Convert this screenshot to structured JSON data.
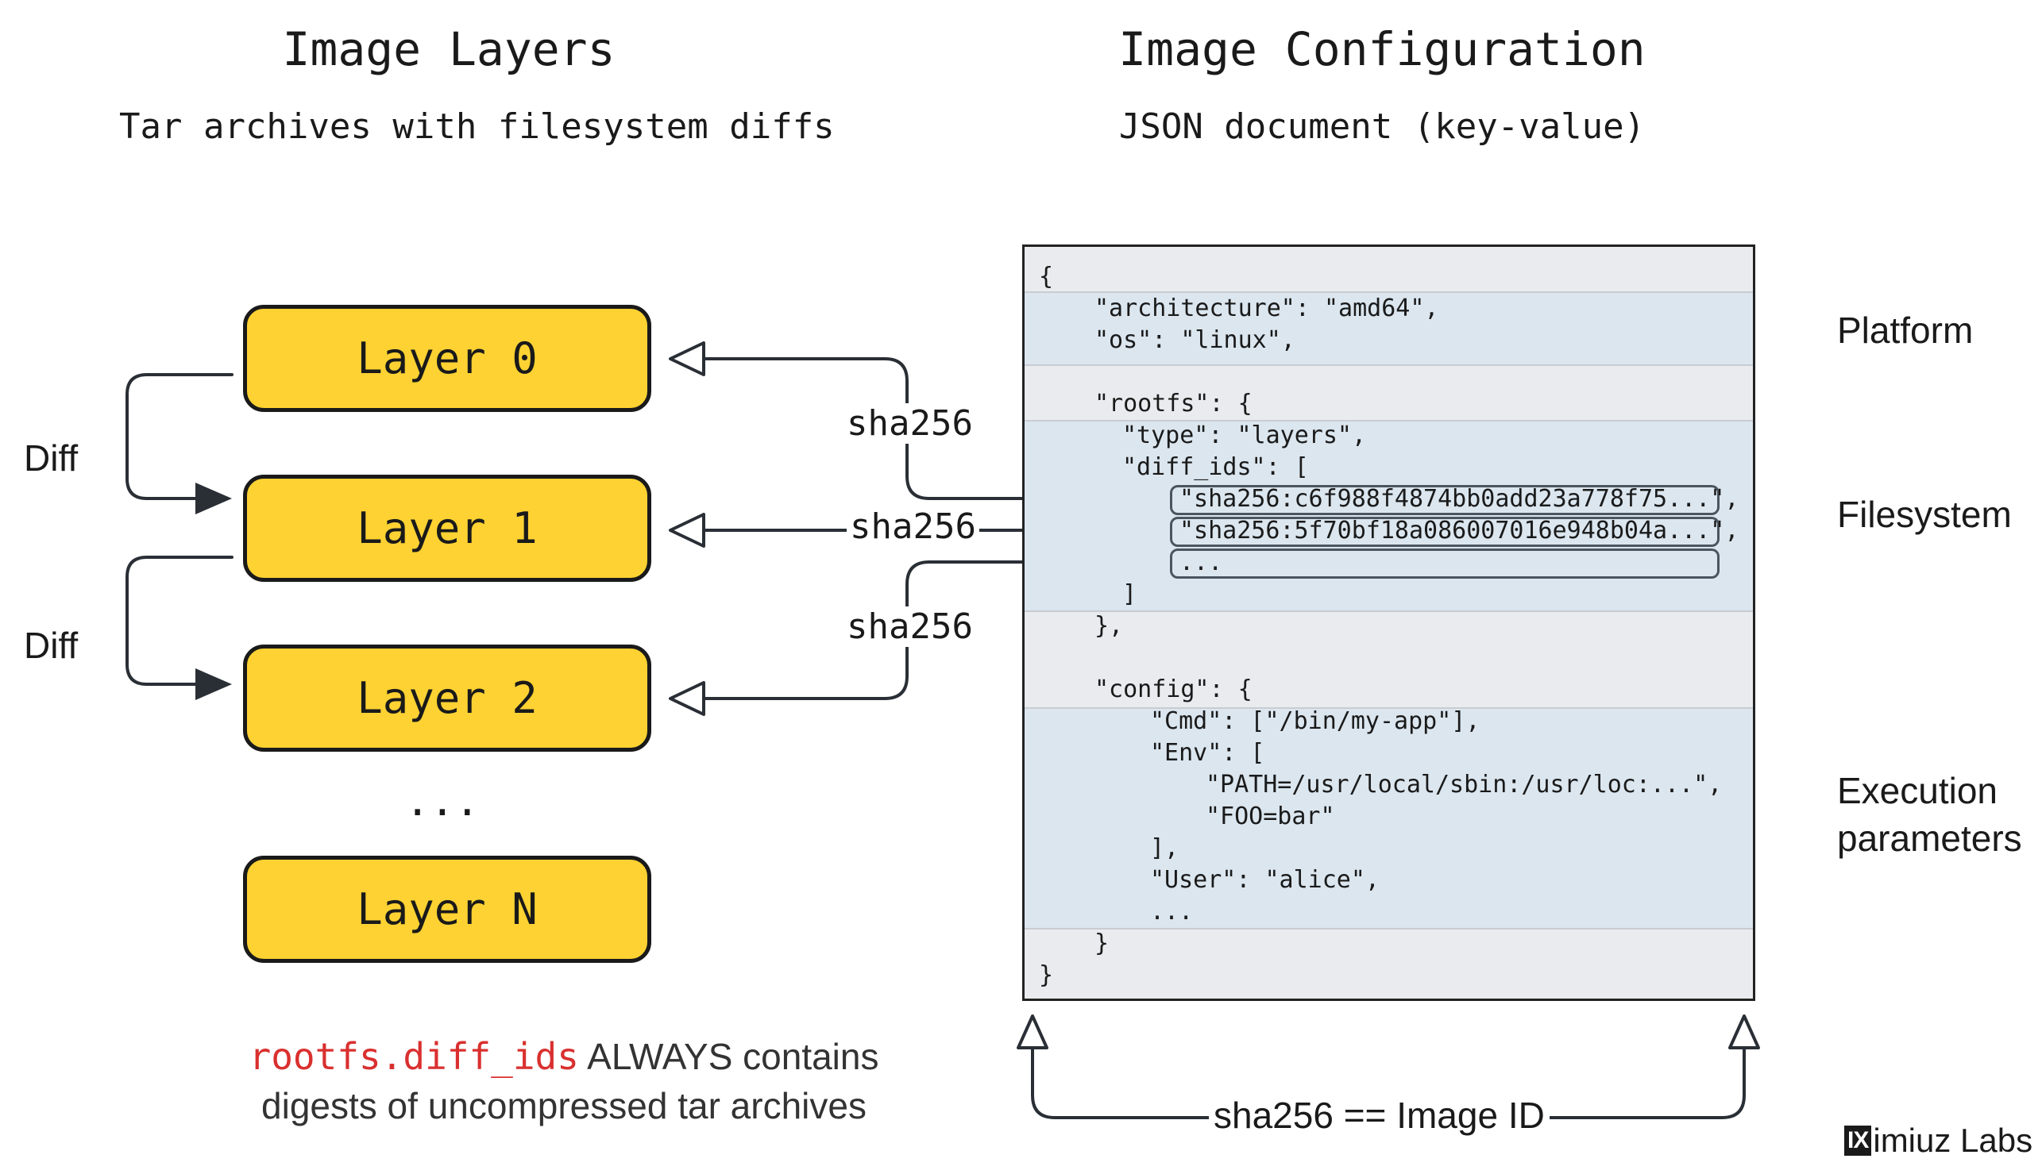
{
  "left_header": {
    "title": "Image Layers",
    "subtitle": "Tar archives with filesystem diffs"
  },
  "right_header": {
    "title": "Image Configuration",
    "subtitle": "JSON document (key-value)"
  },
  "layers": [
    "Layer 0",
    "Layer 1",
    "Layer 2",
    "Layer N"
  ],
  "layers_ellipsis": "...",
  "diff_labels": [
    "Diff",
    "Diff"
  ],
  "sha_labels": [
    "sha256",
    "sha256",
    "sha256"
  ],
  "json_lines": {
    "open": "{",
    "architecture": "\"architecture\": \"amd64\",",
    "os": "\"os\": \"linux\",",
    "rootfs_open": "\"rootfs\": {",
    "type": "\"type\": \"layers\",",
    "diff_ids_open": "\"diff_ids\": [",
    "diff_id_0": "\"sha256:c6f988f4874bb0add23a778f75...\",",
    "diff_id_1": "\"sha256:5f70bf18a086007016e948b04a...\",",
    "diff_id_more": "...",
    "diff_ids_close": "]",
    "rootfs_close": "},",
    "config_open": "\"config\": {",
    "cmd": "\"Cmd\": [\"/bin/my-app\"],",
    "env_open": "\"Env\": [",
    "env_path": "\"PATH=/usr/local/sbin:/usr/loc:...\",",
    "env_foo": "\"FOO=bar\"",
    "env_close": "],",
    "user": "\"User\": \"alice\",",
    "more": "...",
    "config_close": "}",
    "close": "}"
  },
  "side_labels": {
    "platform": "Platform",
    "filesystem": "Filesystem",
    "execution_line1": "Execution",
    "execution_line2": "parameters"
  },
  "note": {
    "code": "rootfs.diff_ids",
    "text1": " ALWAYS contains",
    "text2": "digests of uncompressed tar archives"
  },
  "image_id_label": "sha256 == Image ID",
  "brand": {
    "logo_letters": "IX",
    "name": "imiuz Labs"
  },
  "colors": {
    "layer_fill": "#fdd232",
    "json_bg": "#e9ebee",
    "band_bg": "#dbe6ef",
    "code_red": "#d9302f"
  }
}
